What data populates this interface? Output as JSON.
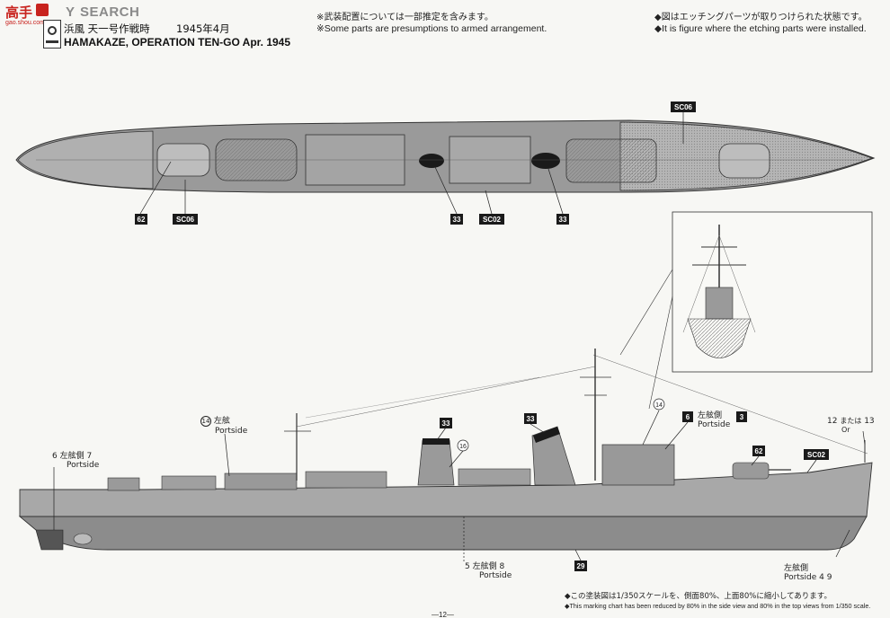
{
  "header": {
    "logo_text": "高手",
    "logo_url": "gao.shou.com",
    "brand": "SEARCH",
    "brand_prefix": "Y",
    "title_jp": "浜風 天一号作戦時",
    "title_date": "1945年4月",
    "title_en": "HAMAKAZE, OPERATION TEN-GO Apr. 1945"
  },
  "notes": {
    "armed_jp": "※武装配置については一部推定を含みます。",
    "armed_en": "※Some parts are presumptions to armed arrangement.",
    "etching_jp": "◆図はエッチングパーツが取りつけられた状態です。",
    "etching_en": "◆It is figure where the etching parts were installed."
  },
  "top_view_labels": {
    "sc06_top": "SC06",
    "sc06_bottom": "SC06",
    "sc02": "SC02",
    "n62": "62",
    "n33a": "33",
    "n33b": "33"
  },
  "side_view_labels": {
    "n33a": "33",
    "n33b": "33",
    "n62": "62",
    "sc02": "SC02",
    "n29": "29",
    "n16": "16",
    "n14_mast": "14",
    "n6_box": "6",
    "n3_box": "3",
    "portside_jp": "左舷",
    "portside_side_jp": "左舷側",
    "portside_en": "Portside",
    "c14": "14",
    "c6": "6",
    "c7": "7",
    "c5": "5",
    "c8": "8",
    "c4": "4",
    "c9": "9",
    "c12": "12",
    "c13": "13",
    "or_jp": "または",
    "or_en": "Or"
  },
  "bottom_notes": {
    "scale_jp": "◆この塗装図は1/350スケールを、側面80%、上面80%に縮小してあります。",
    "scale_en": "◆This marking chart has been reduced by 80% in the side view and 80% in the top  views from 1/350 scale.",
    "page_no": "—12—"
  },
  "colors": {
    "deck": "#9a9a9a",
    "hull_upper": "#a8a8a8",
    "hull_lower": "#8c8c8c",
    "box": "#1a1a1a",
    "accent_red": "#c8231e"
  }
}
